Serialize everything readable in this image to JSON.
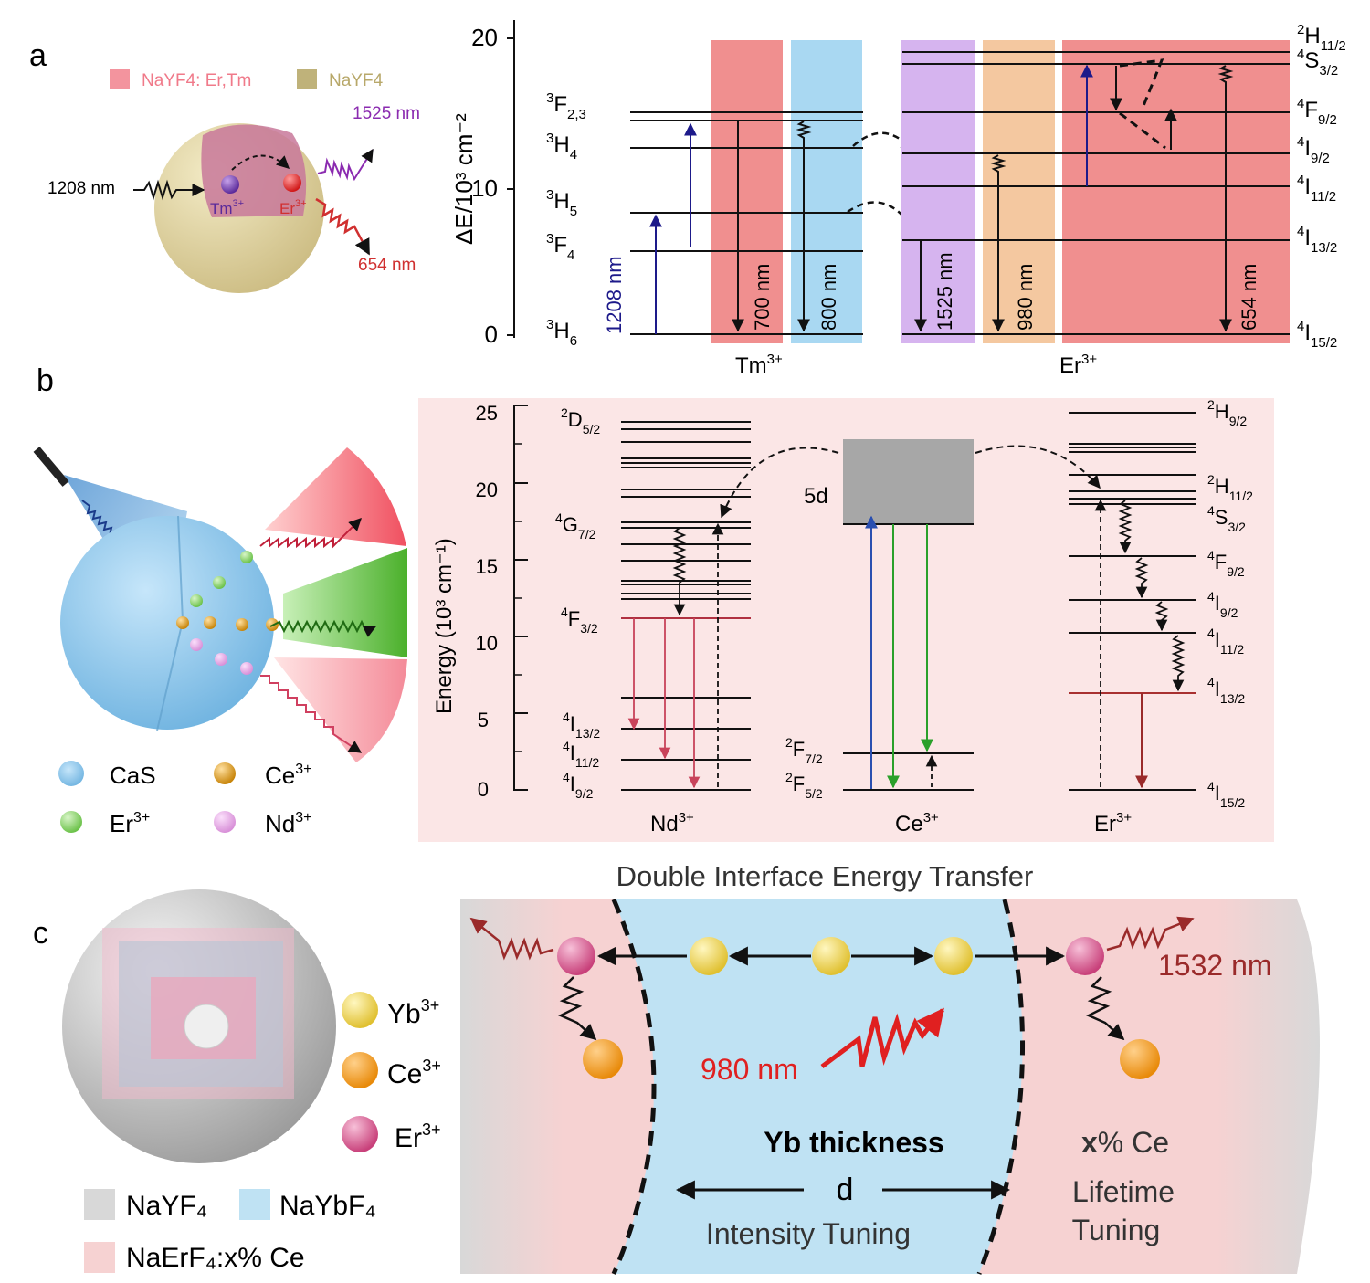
{
  "panel_a": {
    "letter": "a",
    "legend": {
      "doped": "NaYF4: Er,Tm",
      "shell": "NaYF4"
    },
    "sphere": {
      "excitation": "1208 nm",
      "emission_top": "1525 nm",
      "emission_bottom": "654 nm",
      "ion_tm": "Tm",
      "ion_er": "Er",
      "charge": "3+"
    },
    "axis": {
      "label": "ΔE/10³ cm⁻²",
      "ticks": [
        "0",
        "10",
        "20"
      ]
    },
    "tm": {
      "levels": [
        {
          "main": "F",
          "sup": "3",
          "sub": "2,3"
        },
        {
          "main": "H",
          "sup": "3",
          "sub": "4"
        },
        {
          "main": "H",
          "sup": "3",
          "sub": "5"
        },
        {
          "main": "F",
          "sup": "3",
          "sub": "4"
        },
        {
          "main": "H",
          "sup": "3",
          "sub": "6"
        }
      ],
      "pump_label": "1208 nm",
      "emissions": [
        "700 nm",
        "800 nm"
      ],
      "ion_label": "Tm",
      "ion_charge": "3+"
    },
    "er": {
      "levels": [
        {
          "main": "H",
          "sup": "2",
          "sub": "11/2"
        },
        {
          "main": "S",
          "sup": "4",
          "sub": "3/2"
        },
        {
          "main": "F",
          "sup": "4",
          "sub": "9/2"
        },
        {
          "main": "I",
          "sup": "4",
          "sub": "9/2"
        },
        {
          "main": "I",
          "sup": "4",
          "sub": "11/2"
        },
        {
          "main": "I",
          "sup": "4",
          "sub": "13/2"
        },
        {
          "main": "I",
          "sup": "4",
          "sub": "15/2"
        }
      ],
      "emissions": [
        "1525 nm",
        "980 nm",
        "654 nm"
      ],
      "ion_label": "Er",
      "ion_charge": "3+"
    },
    "colors": {
      "red_band": "#f08f8f",
      "blue_band": "#a9d8f2",
      "purple_band": "#d6b4ef",
      "orange_band": "#f4c8a0",
      "arrow_blue": "#1d1a8a"
    }
  },
  "panel_b": {
    "letter": "b",
    "legend": [
      {
        "label": "CaS",
        "sup": ""
      },
      {
        "label": "Ce",
        "sup": "3+"
      },
      {
        "label": "Er",
        "sup": "3+"
      },
      {
        "label": "Nd",
        "sup": "3+"
      }
    ],
    "axis": {
      "label": "Energy (10³ cm⁻¹)",
      "ticks": [
        "0",
        "5",
        "10",
        "15",
        "20",
        "25"
      ]
    },
    "nd": {
      "levels": [
        {
          "main": "D",
          "sup": "2",
          "sub": "5/2"
        },
        {
          "main": "G",
          "sup": "4",
          "sub": "7/2"
        },
        {
          "main": "F",
          "sup": "4",
          "sub": "3/2"
        },
        {
          "main": "I",
          "sup": "4",
          "sub": "13/2"
        },
        {
          "main": "I",
          "sup": "4",
          "sub": "11/2"
        },
        {
          "main": "I",
          "sup": "4",
          "sub": "9/2"
        }
      ],
      "ion_label": "Nd",
      "ion_charge": "3+"
    },
    "ce": {
      "band_label": "5d",
      "levels": [
        {
          "main": "F",
          "sup": "2",
          "sub": "7/2"
        },
        {
          "main": "F",
          "sup": "2",
          "sub": "5/2"
        }
      ],
      "ion_label": "Ce",
      "ion_charge": "3+"
    },
    "er": {
      "levels": [
        {
          "main": "H",
          "sup": "2",
          "sub": "9/2"
        },
        {
          "main": "H",
          "sup": "2",
          "sub": "11/2"
        },
        {
          "main": "S",
          "sup": "4",
          "sub": "3/2"
        },
        {
          "main": "F",
          "sup": "4",
          "sub": "9/2"
        },
        {
          "main": "I",
          "sup": "4",
          "sub": "9/2"
        },
        {
          "main": "I",
          "sup": "4",
          "sub": "11/2"
        },
        {
          "main": "I",
          "sup": "4",
          "sub": "13/2"
        },
        {
          "main": "I",
          "sup": "4",
          "sub": "15/2"
        }
      ],
      "ion_label": "Er",
      "ion_charge": "3+"
    },
    "colors": {
      "panel_bg": "#fbe6e6",
      "sphere": "#8cc6ea",
      "er_ball": "#8fd17a",
      "ce_ball": "#e0a020",
      "nd_ball": "#e7a6e6"
    }
  },
  "panel_c": {
    "letter": "c",
    "ions": [
      {
        "label": "Yb",
        "sup": "3+"
      },
      {
        "label": "Ce",
        "sup": "3+"
      },
      {
        "label": "Er",
        "sup": "3+"
      }
    ],
    "legend": {
      "shell": "NaYF₄",
      "yb_layer": "NaYbF₄",
      "er_layer": "NaErF₄:x% Ce"
    },
    "title": "Double Interface Energy Transfer",
    "emission": "1532 nm",
    "excitation": "980 nm",
    "yb_thickness": "Yb thickness",
    "d_label": "d",
    "intensity": "Intensity Tuning",
    "ce_percent_bold": "x",
    "ce_percent_rest": "% Ce",
    "lifetime_line1": "Lifetime",
    "lifetime_line2": "Tuning",
    "colors": {
      "blue_region": "#bfe2f3",
      "pink_region": "#f6d2d2",
      "excitation": "#e02020",
      "emission": "#9a2a2a"
    }
  }
}
